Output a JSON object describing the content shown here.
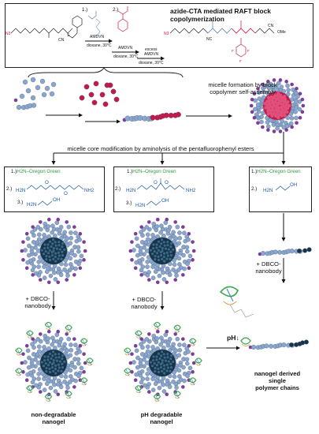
{
  "top_title": "azide-CTA mediated RAFT block copolymerization",
  "step1": "1.)",
  "step2": "2.)",
  "reagent_amdvn": "AMDVN",
  "solvent1": "dioxane, 30°C",
  "reagent_excess": "excess",
  "solvent2": "dioxane, 30°C",
  "structure_atoms": {
    "n3": "N3",
    "cn": "CN",
    "ome": "OMe",
    "nc": "NC",
    "s": "S",
    "f": "F",
    "o": "O"
  },
  "micelle_label": "micelle formation by block copolymer self-assembly",
  "core_mod_label": "micelle core modification by aminolysis of the pentafluorophenyl esters",
  "boxes": [
    {
      "l1_num": "1.)",
      "l1_dye": "H2N–Oregon Green",
      "l2_num": "2.)",
      "l3_num": "3.)"
    },
    {
      "l1_num": "1.)",
      "l1_dye": "H2N–Oregon Green",
      "l2_num": "2.)",
      "l3_num": "3.)"
    },
    {
      "l1_num": "1.)",
      "l1_dye": "H2N–Oregon Green",
      "l2_num": "2.)"
    }
  ],
  "amine_atoms": {
    "h2n": "H2N",
    "nh2": "NH2",
    "oh": "OH",
    "o": "O"
  },
  "dbco_left": "+ DBCO-\nnanobody",
  "dbco_mid": "+ DBCO-\nnanobody",
  "dbco_right": "+ DBCO-\nnanobody",
  "ph_label": "pH",
  "ph_arrow": "↓",
  "label_left": "non-degradable\nnanogel",
  "label_mid": "pH degradable\nnanogel",
  "label_right": "nanogel derived\nsingle\npolymer chains",
  "colors": {
    "bead_blue": "#8aa6cc",
    "bead_red": "#c4174a",
    "core_dark": "#17344a",
    "terminal": "#7a3f97",
    "dye_green": "#2f9a3f",
    "nanobody_green": "#3aa74a",
    "nanobody_orange": "#e09a4a"
  }
}
